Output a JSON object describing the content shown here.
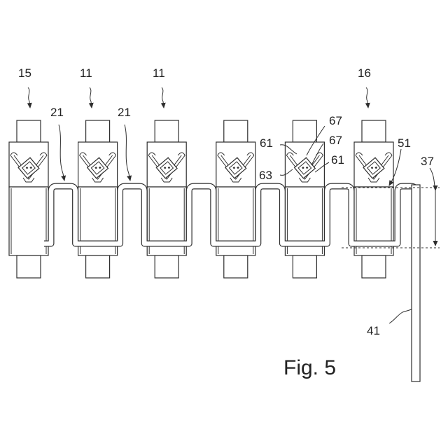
{
  "figure": {
    "caption": "Fig. 5",
    "line_color": "#2e2e2e",
    "background": "#ffffff"
  },
  "labels": {
    "l15": "15",
    "l11a": "11",
    "l11b": "11",
    "l16": "16",
    "l21a": "21",
    "l21b": "21",
    "l61a": "61",
    "l67a": "67",
    "l67b": "67",
    "l61b": "61",
    "l63": "63",
    "l51": "51",
    "l37": "37",
    "l41": "41"
  }
}
